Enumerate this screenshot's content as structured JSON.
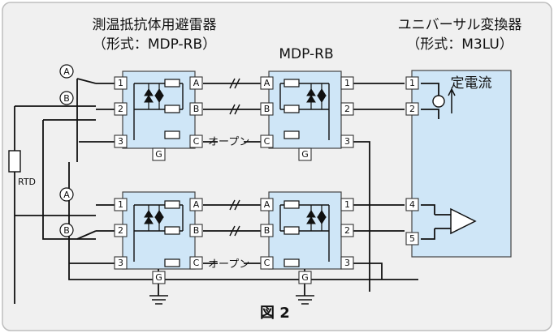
{
  "figure_label": "図 2",
  "headings": {
    "arrester_title": "測温抵抗体用避雷器",
    "arrester_model": "（形式：MDP-RB）",
    "mdp_title": "MDP-RB",
    "converter_title": "ユニバーサル変換器",
    "converter_model": "（形式：M3LU）"
  },
  "sensor": {
    "label": "RTD"
  },
  "line_markers": [
    "A",
    "B",
    "A",
    "B"
  ],
  "open_label": "オープン",
  "converter": {
    "current_label": "定電流"
  },
  "left_terminals": [
    "1",
    "2",
    "3"
  ],
  "left_out_terminals": [
    "A",
    "B",
    "C"
  ],
  "right_in_terminals": [
    "A",
    "B",
    "C"
  ],
  "right_out_terminals": [
    "1",
    "2",
    "3"
  ],
  "ground_terminal": "G",
  "converter_terminals": [
    "1",
    "2",
    "4",
    "5"
  ],
  "colors": {
    "background": "#f0f0f0",
    "module_fill": "#cfe6f7",
    "frame_border": "#bdbdbd"
  }
}
